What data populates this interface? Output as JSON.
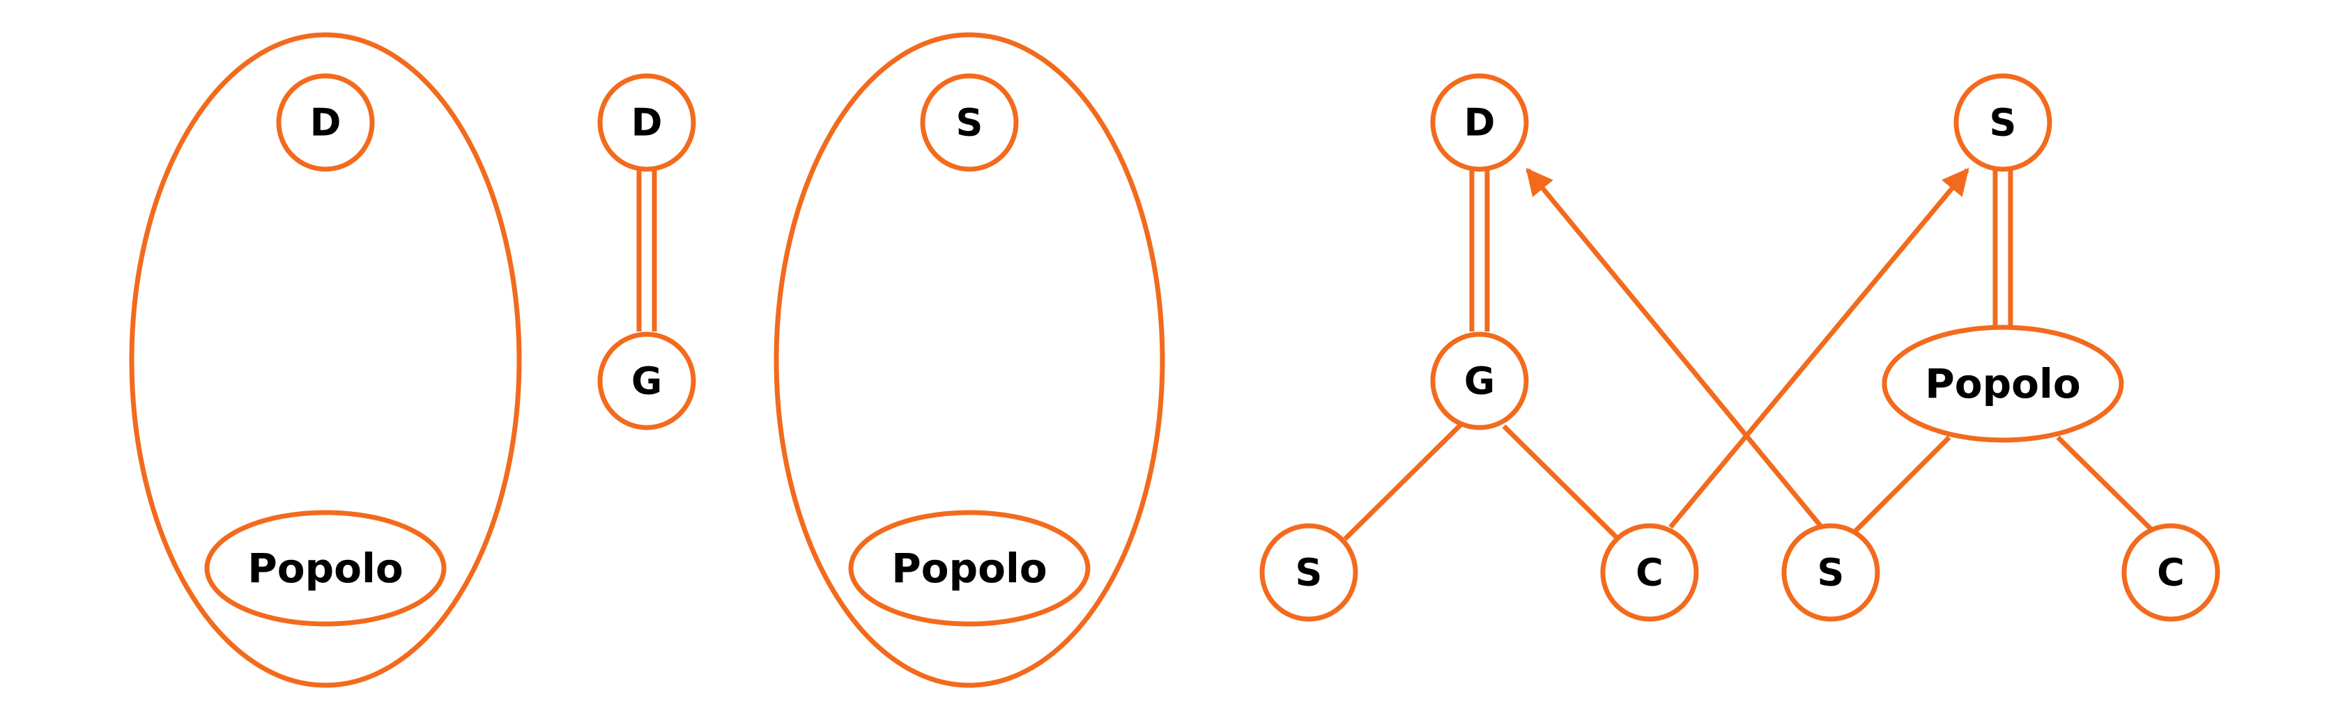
{
  "colors": {
    "accent": "#f26b1d",
    "text": "#000000",
    "background": "#ffffff"
  },
  "diagram_1": {
    "top_node": "D",
    "inner_node": "Popolo"
  },
  "diagram_2": {
    "top_node": "D",
    "bottom_node": "G"
  },
  "diagram_3": {
    "top_node": "S",
    "inner_node": "Popolo"
  },
  "diagram_4": {
    "left_tree": {
      "root": "D",
      "middle": "G",
      "leaf_left": "S",
      "leaf_right": "C"
    },
    "right_tree": {
      "root": "S",
      "middle": "Popolo",
      "leaf_left": "S",
      "leaf_right": "C"
    }
  }
}
